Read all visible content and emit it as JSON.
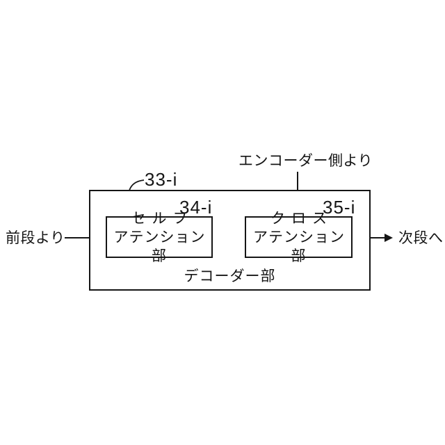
{
  "figure": {
    "outer": {
      "ref": "33-i",
      "caption": "デコーダー部"
    },
    "blocks": [
      {
        "ref": "34-i",
        "line1": "セルフ",
        "line2": "アテンション部"
      },
      {
        "ref": "35-i",
        "line1": "クロス",
        "line2": "アテンション部"
      }
    ],
    "inputs": {
      "left": "前段より",
      "top": "エンコーダー側より"
    },
    "output": "次段へ",
    "colors": {
      "ink": "#151515",
      "background": "#ffffff"
    }
  }
}
